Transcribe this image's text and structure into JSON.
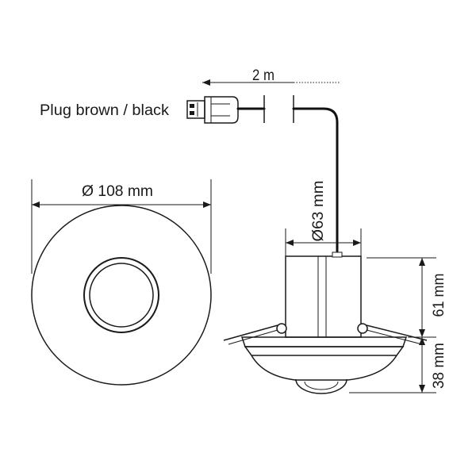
{
  "cable": {
    "length_label": "2 m",
    "plug_label": "Plug brown / black"
  },
  "dimensions": {
    "cover_diameter": "Ø 108 mm",
    "body_diameter": "Ø63 mm",
    "body_height": "61 mm",
    "cover_height": "38 mm"
  },
  "colors": {
    "line": "#1a1a1a",
    "background": "#ffffff"
  }
}
